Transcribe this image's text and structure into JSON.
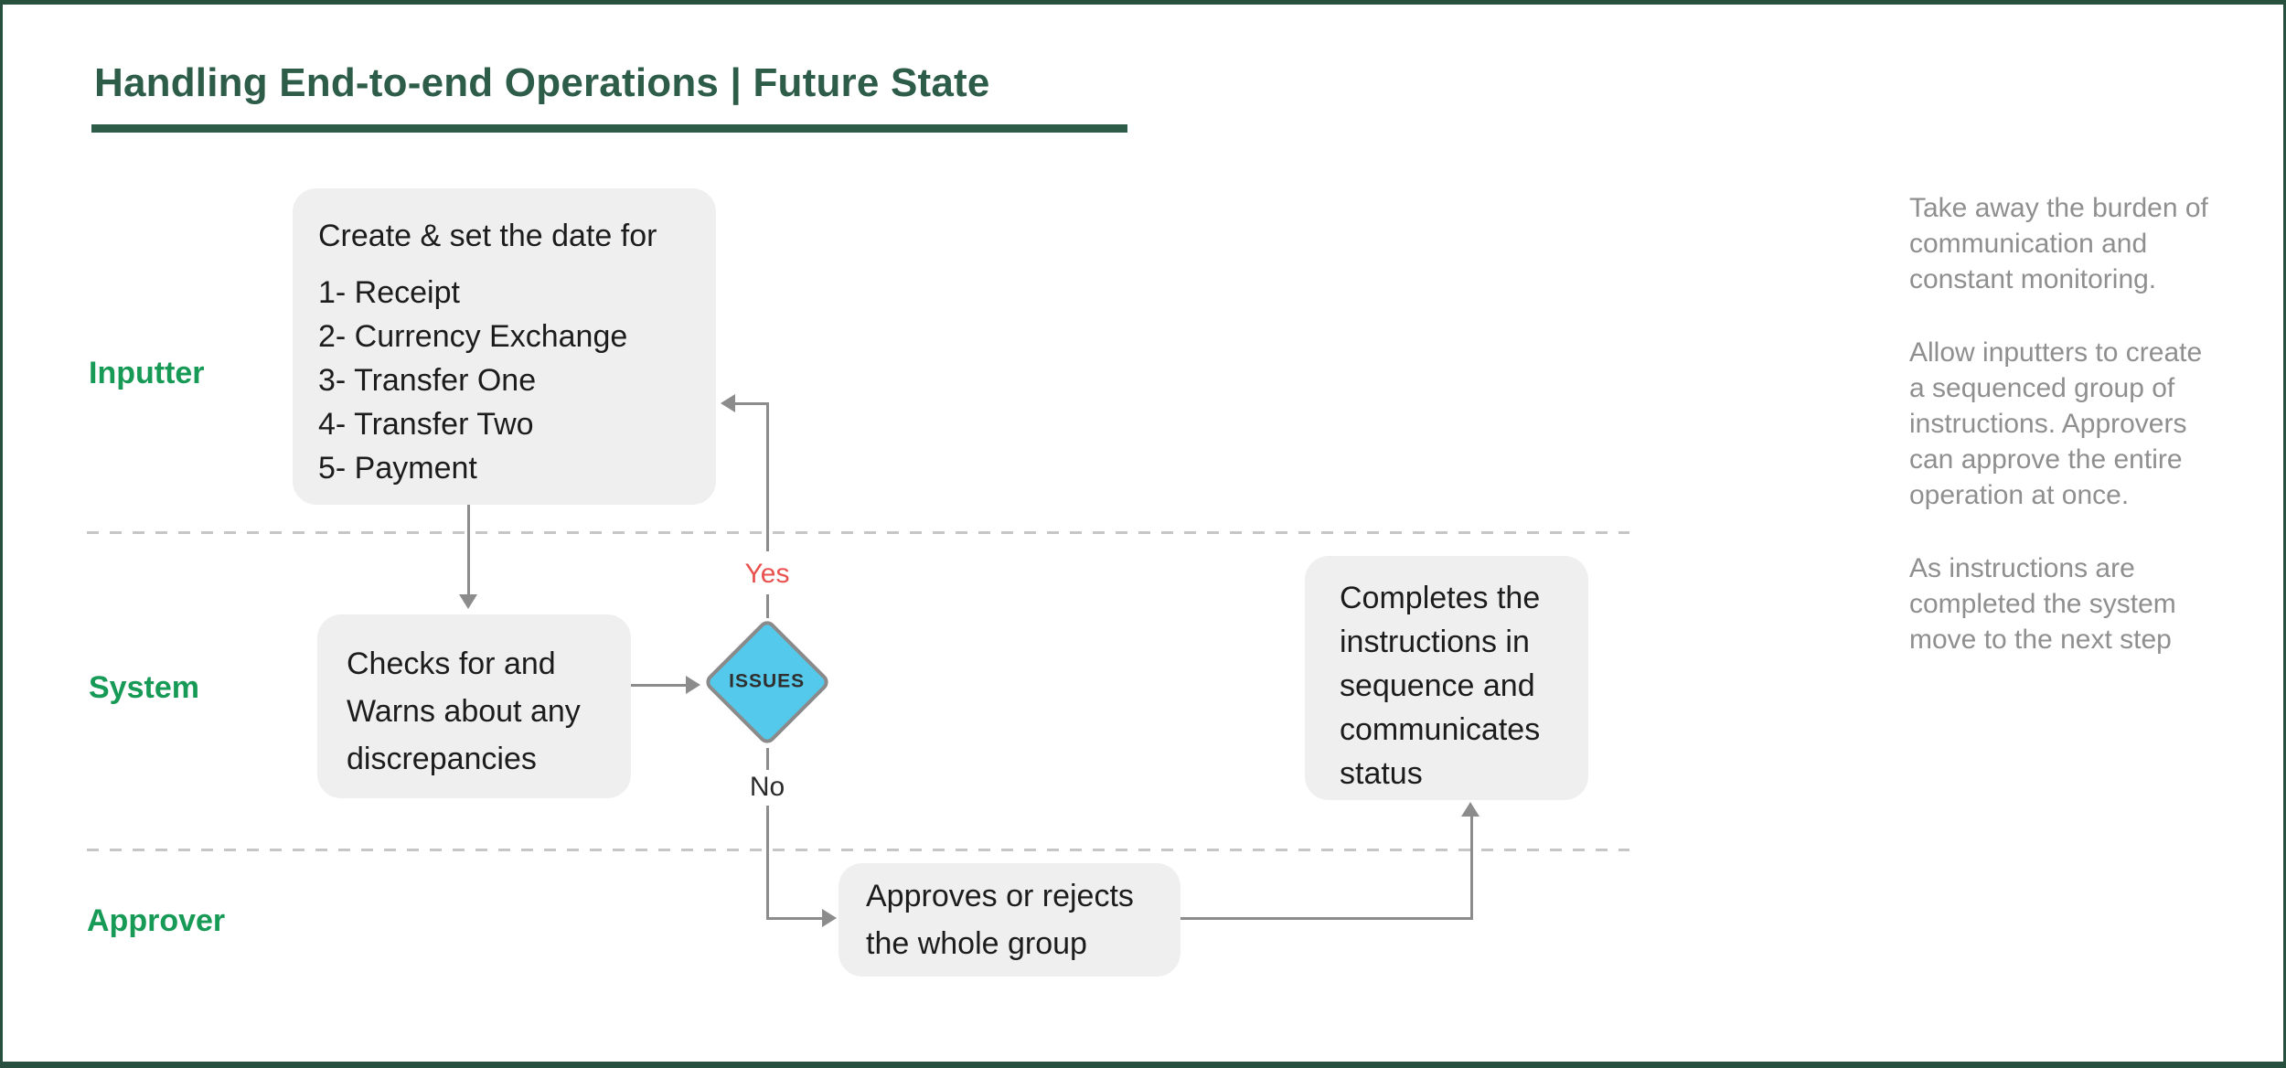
{
  "page": {
    "title": "Handling End-to-end Operations | Future State"
  },
  "lanes": [
    {
      "label": "Inputter"
    },
    {
      "label": "System"
    },
    {
      "label": "Approver"
    }
  ],
  "nodes": {
    "create_box": {
      "intro": "Create & set the date for",
      "items": [
        "1- Receipt",
        "2- Currency Exchange",
        "3- Transfer One",
        "4- Transfer Two",
        "5- Payment"
      ]
    },
    "checks_box": {
      "lines": [
        "Checks for and",
        "Warns about any",
        "discrepancies"
      ]
    },
    "decision": {
      "label": "ISSUES"
    },
    "approve_box": {
      "lines": [
        "Approves or rejects",
        "the whole group"
      ]
    },
    "completes_box": {
      "lines": [
        "Completes the",
        "instructions in",
        "sequence and",
        "communicates",
        "status"
      ]
    }
  },
  "edges": {
    "yes_label": "Yes",
    "no_label": "No"
  },
  "notes": {
    "paragraphs": [
      "Take away the burden of communication and constant monitoring.",
      "Allow inputters to create a sequenced group of instructions. Approvers can approve the entire operation at once.",
      "As instructions are completed the system move to the next step"
    ]
  },
  "colors": {
    "title_green": "#2d5c49",
    "lane_green": "#169a56",
    "frame_green": "#27513e",
    "decision_fill": "#55c9ec",
    "decision_border": "#8a8a8a",
    "yes_red": "#e8514e",
    "box_gray": "#efefef",
    "line_gray": "#8c8c8c",
    "notes_gray": "#8f8f8f"
  }
}
